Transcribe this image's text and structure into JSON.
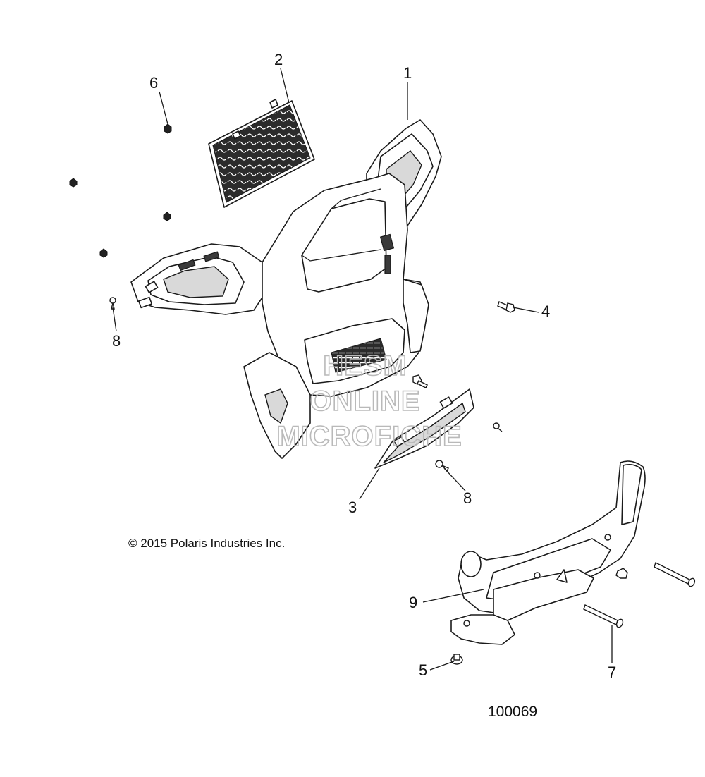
{
  "callouts": {
    "c1": "1",
    "c2": "2",
    "c3": "3",
    "c4": "4",
    "c5": "5",
    "c6": "6",
    "c7": "7",
    "c8a": "8",
    "c8b": "8",
    "c9": "9"
  },
  "copyright": "© 2015 Polaris Industries Inc.",
  "drawing_number": "100069",
  "watermark": {
    "line1": "HESM",
    "line2": "ONLINE",
    "line3": "MICROFICHE"
  }
}
